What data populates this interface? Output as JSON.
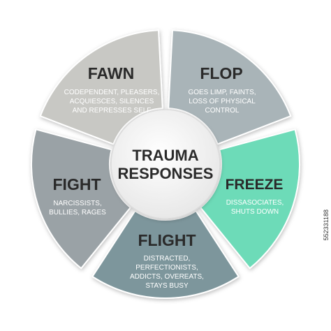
{
  "center": {
    "line1": "TRAUMA",
    "line2": "RESPONSES"
  },
  "segments": [
    {
      "key": "fawn",
      "title": "FAWN",
      "lines": [
        "CODEPENDENT, PLEASERS,",
        "ACQUIESCES, SILENCES",
        "AND REPRESSES SELF"
      ],
      "color": "#c8c8c4"
    },
    {
      "key": "flop",
      "title": "FLOP",
      "lines": [
        "GOES LIMP, FAINTS,",
        "LOSS OF PHYSICAL",
        "CONTROL"
      ],
      "color": "#a9b4b8"
    },
    {
      "key": "freeze",
      "title": "FREEZE",
      "lines": [
        "DISSASOCIATES,",
        "SHUTS DOWN"
      ],
      "color": "#6ddbb8"
    },
    {
      "key": "flight",
      "title": "FLIGHT",
      "lines": [
        "DISTRACTED,",
        "PERFECTIONISTS,",
        "ADDICTS, OVEREATS,",
        "STAYS BUSY"
      ],
      "color": "#7d969c"
    },
    {
      "key": "fight",
      "title": "FIGHT",
      "lines": [
        "NARCISSISTS,",
        "BULLIES, RAGES"
      ],
      "color": "#9aa2a6"
    }
  ],
  "side_id": "552331188"
}
